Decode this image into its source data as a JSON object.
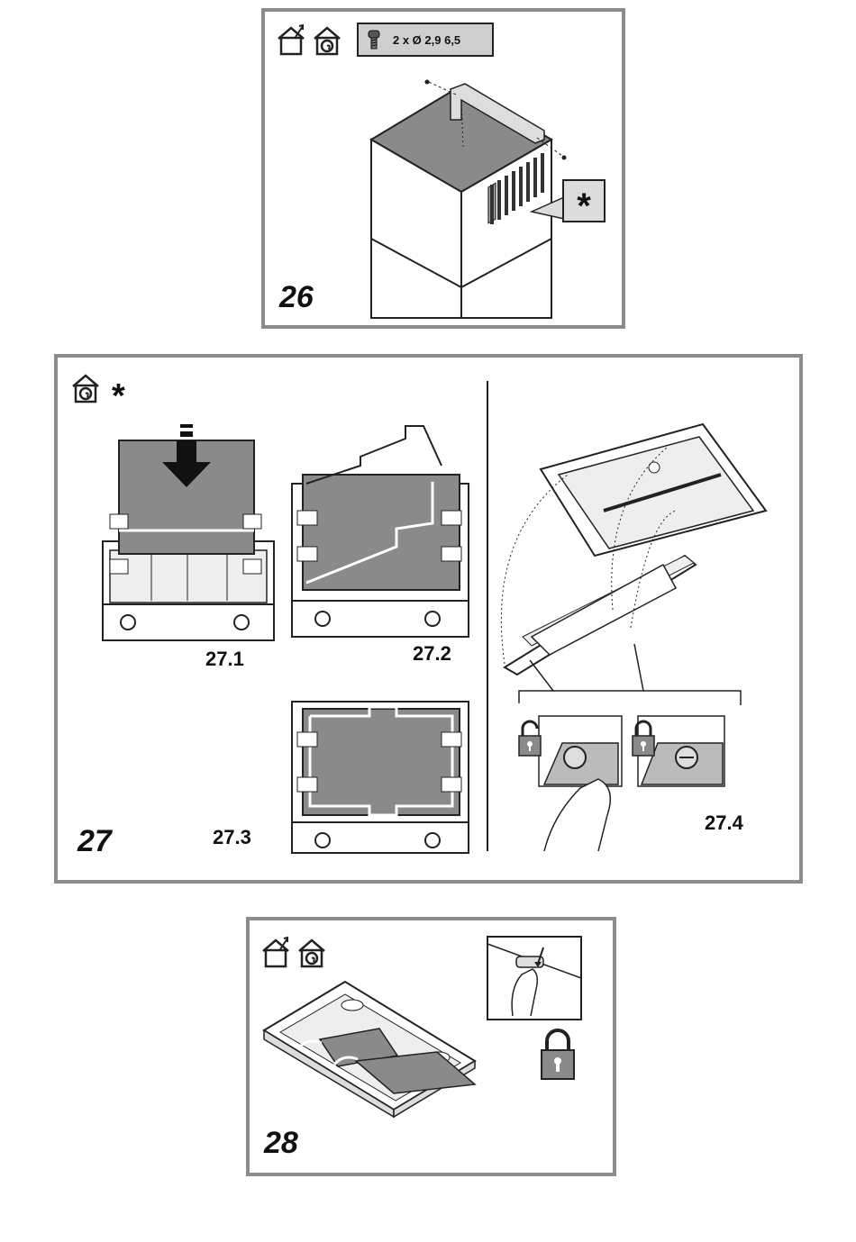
{
  "fig26": {
    "number": "26",
    "screw_spec": "2 x  Ø 2,9 6,5",
    "callout_symbol": "*",
    "icons": [
      "exhaust-house-icon",
      "recirculation-house-icon",
      "screw-icon"
    ]
  },
  "fig27": {
    "number": "27",
    "header_symbol": "*",
    "steps": {
      "s1": "27.1",
      "s2": "27.2",
      "s3": "27.3",
      "s4": "27.4"
    },
    "icons": [
      "recirculation-house-icon",
      "padlock-open-icon",
      "padlock-closed-icon",
      "down-arrow-icon"
    ]
  },
  "fig28": {
    "number": "28",
    "icons": [
      "exhaust-house-icon",
      "recirculation-house-icon",
      "padlock-closed-icon",
      "hand-icon"
    ]
  },
  "colors": {
    "frame": "#8c8c8c",
    "filter": "#8a8a8a",
    "line": "#222222",
    "panel": "#e6e6e6"
  }
}
